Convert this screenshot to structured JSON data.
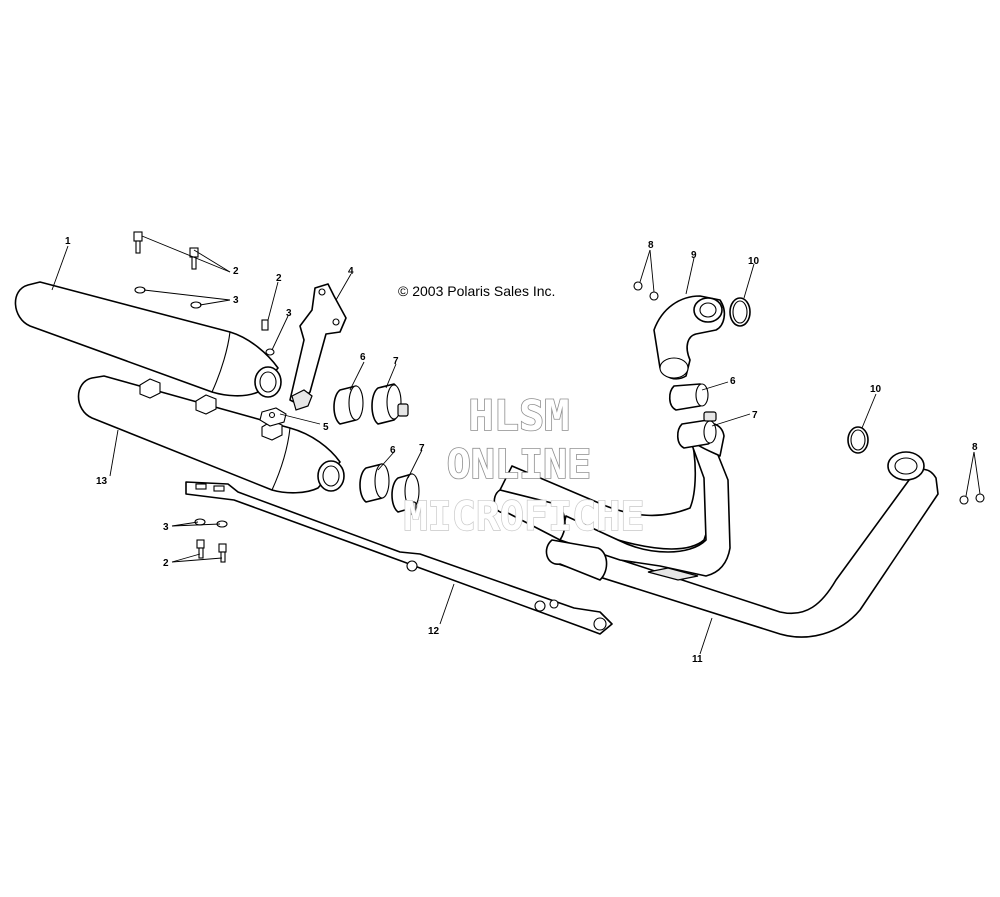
{
  "copyright": "© 2003 Polaris Sales Inc.",
  "watermark": {
    "line1": "HLSM",
    "line2": "ONLINE",
    "line3": "MICROFICHE"
  },
  "callouts": {
    "c1": "1",
    "c2a": "2",
    "c2b": "2",
    "c2c": "2",
    "c3a": "3",
    "c3b": "3",
    "c3c": "3",
    "c4": "4",
    "c5": "5",
    "c6a": "6",
    "c6b": "6",
    "c6c": "6",
    "c7a": "7",
    "c7b": "7",
    "c7c": "7",
    "c8a": "8",
    "c8b": "8",
    "c9": "9",
    "c10a": "10",
    "c10b": "10",
    "c11": "11",
    "c12": "12",
    "c13": "13"
  }
}
